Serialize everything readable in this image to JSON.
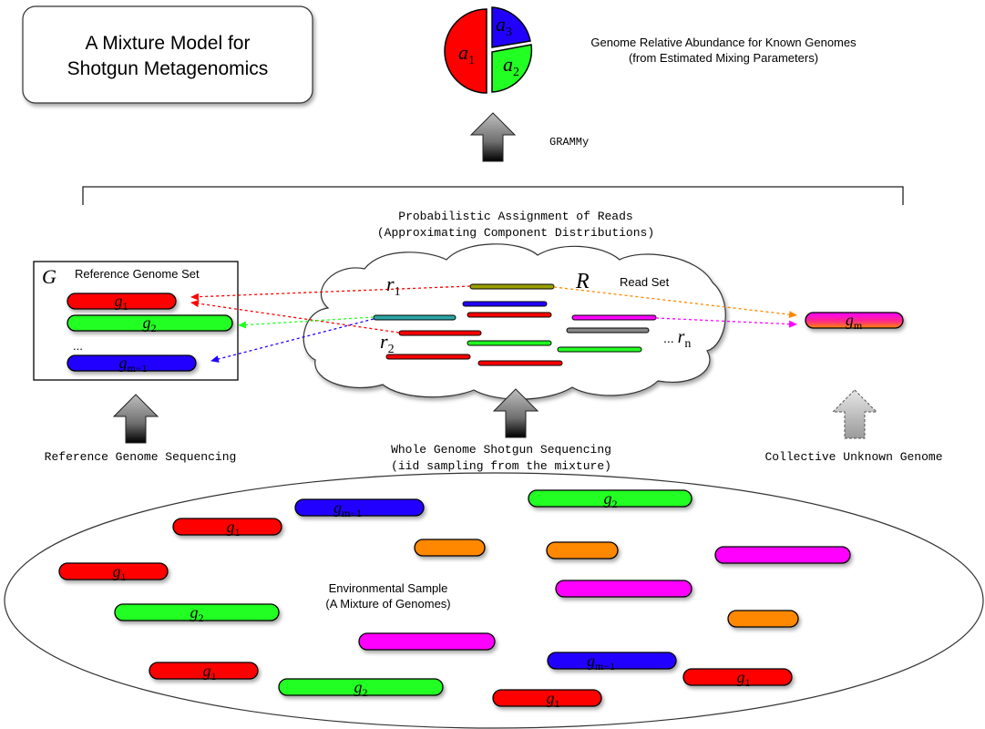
{
  "title": {
    "line1": "A Mixture Model for",
    "line2": "Shotgun Metagenomics"
  },
  "pie": {
    "slices": [
      {
        "label": "a",
        "sub": "1",
        "color": "#ff0000"
      },
      {
        "label": "a",
        "sub": "3",
        "color": "#2200ff"
      },
      {
        "label": "a",
        "sub": "2",
        "color": "#22ff22"
      }
    ]
  },
  "abundance": {
    "line1": "Genome Relative Abundance for Known Genomes",
    "line2": "(from Estimated Mixing Parameters)"
  },
  "grammy": "GRAMMy",
  "assignment": {
    "line1": "Probabilistic Assignment of Reads",
    "line2": "(Approximating Component Distributions)"
  },
  "reference": {
    "symbol": "G",
    "title": "Reference Genome Set",
    "ellipsis": "...",
    "genomes": [
      {
        "label": "g",
        "sub": "1",
        "color": "#ff0000"
      },
      {
        "label": "g",
        "sub": "2",
        "color": "#22ff22"
      },
      {
        "label": "g",
        "sub": "m−1",
        "color": "#2200ff"
      }
    ]
  },
  "readset": {
    "symbol": "R",
    "title": "Read Set",
    "r1": {
      "label": "r",
      "sub": "1"
    },
    "r2": {
      "label": "r",
      "sub": "2"
    },
    "rn": {
      "prefix": "... ",
      "label": "r",
      "sub": "n"
    }
  },
  "unknown": {
    "label": "g",
    "sub": "m"
  },
  "captions": {
    "reference_seq": "Reference Genome Sequencing",
    "wgs_line1": "Whole Genome Shotgun Sequencing",
    "wgs_line2": "(iid sampling from the mixture)",
    "unknown": "Collective Unknown Genome"
  },
  "sample": {
    "line1": "Environmental Sample",
    "line2": "(A Mixture of Genomes)"
  },
  "colors": {
    "red": "#ff0000",
    "green": "#22ff22",
    "blue": "#2200ff",
    "orange": "#ff8800",
    "magenta": "#ff00ff"
  }
}
